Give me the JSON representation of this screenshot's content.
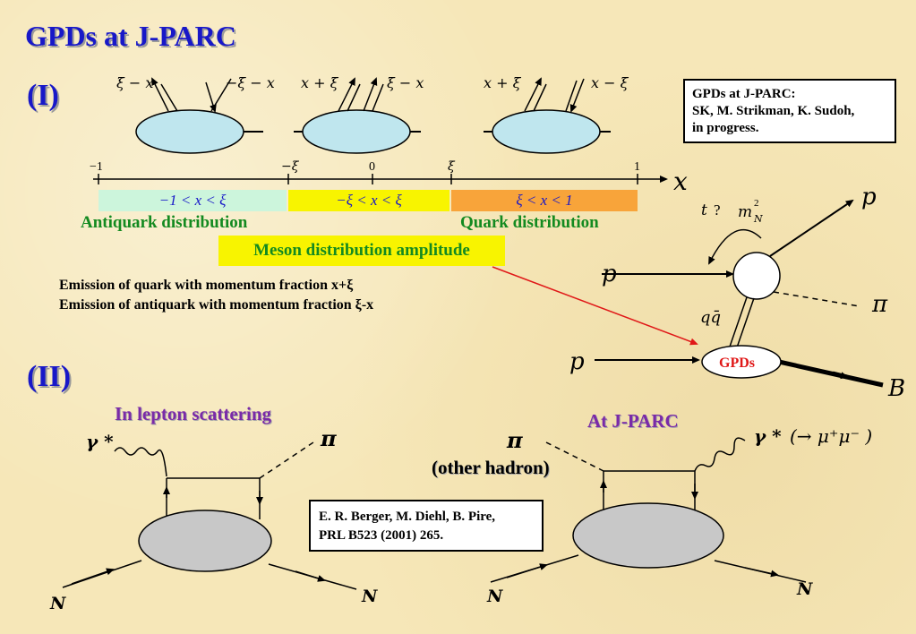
{
  "title": "GPDs at J-PARC",
  "section_1": "(I)",
  "section_2": "(II)",
  "ref_box_1": {
    "line1": "GPDs at J-PARC:",
    "line2": "SK, M. Strikman, K. Sudoh,",
    "line3": "in progress."
  },
  "ref_box_2": {
    "line1": "E. R. Berger, M. Diehl, B. Pire,",
    "line2": "PRL B523 (2001) 265."
  },
  "diagram_labels": {
    "d1_left": "ξ − x",
    "d1_right": "−ξ − x",
    "d2_left": "x + ξ",
    "d2_right": "ξ − x",
    "d3_left": "x + ξ",
    "d3_right": "x − ξ"
  },
  "axis": {
    "tick_m1": "−1",
    "tick_mxi": "−ξ",
    "tick_0": "0",
    "tick_xi": "ξ",
    "tick_1": "1",
    "var": "x"
  },
  "ranges": {
    "anti": "−1 < x < ξ",
    "mid": "−ξ < x < ξ",
    "quark": "ξ < x < 1"
  },
  "antiquark_label": "Antiquark distribution",
  "quark_label": "Quark distribution",
  "meson_label": "Meson distribution amplitude",
  "emission_1": "Emission of quark with momentum fraction x+ξ",
  "emission_2": "Emission of antiquark with momentum fraction ξ-x",
  "right_diagram": {
    "p_out": "p",
    "t_label": "t",
    "question": "?",
    "m_label": "m",
    "m_sup": "2",
    "m_sub": "N",
    "p_in": "p",
    "pi": "π",
    "qq": "qq̄",
    "p_bottom": "p",
    "gpds": "GPDs",
    "B": "B"
  },
  "lepton": {
    "heading": "In lepton scattering",
    "gamma": "γ *",
    "pi": "π",
    "N_left": "N",
    "N_right": "N"
  },
  "jparc": {
    "heading": "At J-PARC",
    "pi": "π",
    "other": "(other hadron)",
    "gamma": "γ *",
    "mumu": "(→ μ⁺μ⁻ )",
    "N_left": "N",
    "N_right": "N"
  },
  "colors": {
    "blue": "#1818c8",
    "green": "#138a20",
    "purple": "#7a2aa8",
    "red": "#e01818",
    "blob": "#bfe6ee",
    "grey_blob": "#c8c8c8"
  }
}
